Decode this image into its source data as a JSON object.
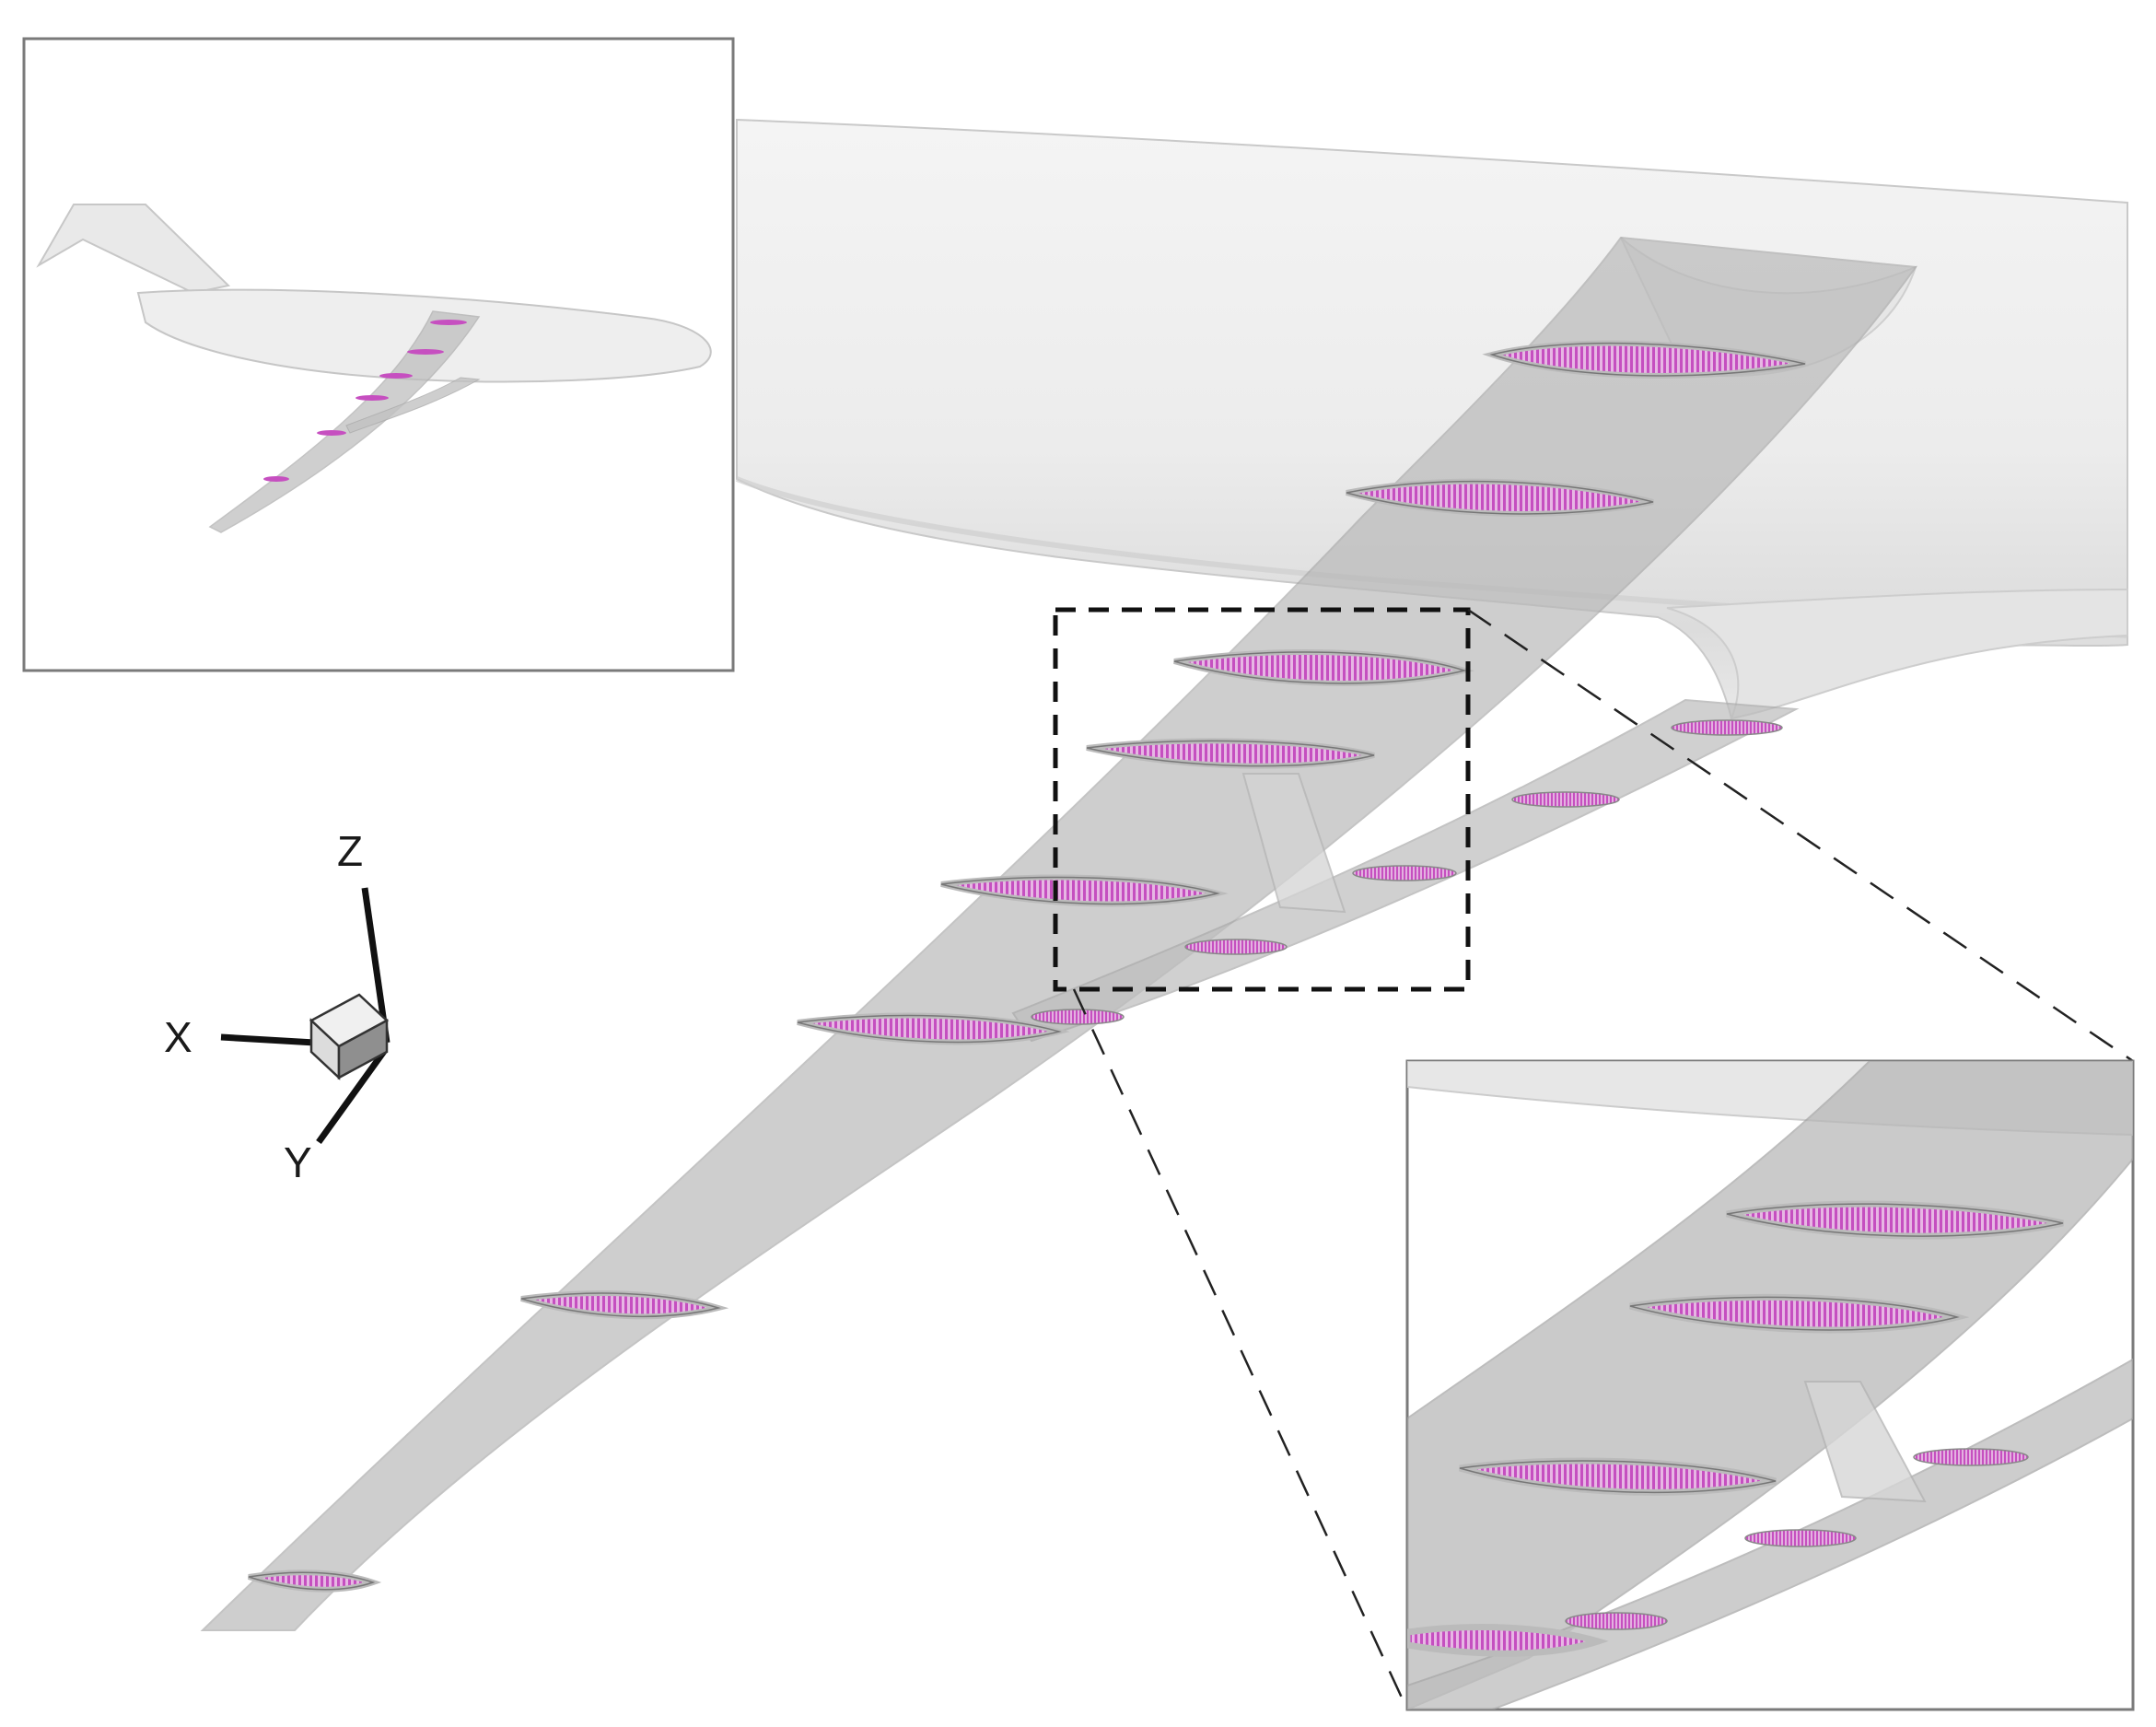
{
  "axis_triad": {
    "x_label": "X",
    "y_label": "Y",
    "z_label": "Z"
  },
  "colors": {
    "background": "#ffffff",
    "fuselage": "#efefef",
    "fuselage_shade": "#d8d8d8",
    "wing_translucent": "#b9b9b9",
    "section_fill": "#c64fc0",
    "section_ring": "#f7f7f7",
    "frame_border": "#7a7a7a",
    "dashed_box": "#111111"
  },
  "icons": {
    "overview_inset": "aircraft-overview",
    "zoom_inset": "wing-nacelle-detail",
    "triad": "axis-triad-cube"
  }
}
